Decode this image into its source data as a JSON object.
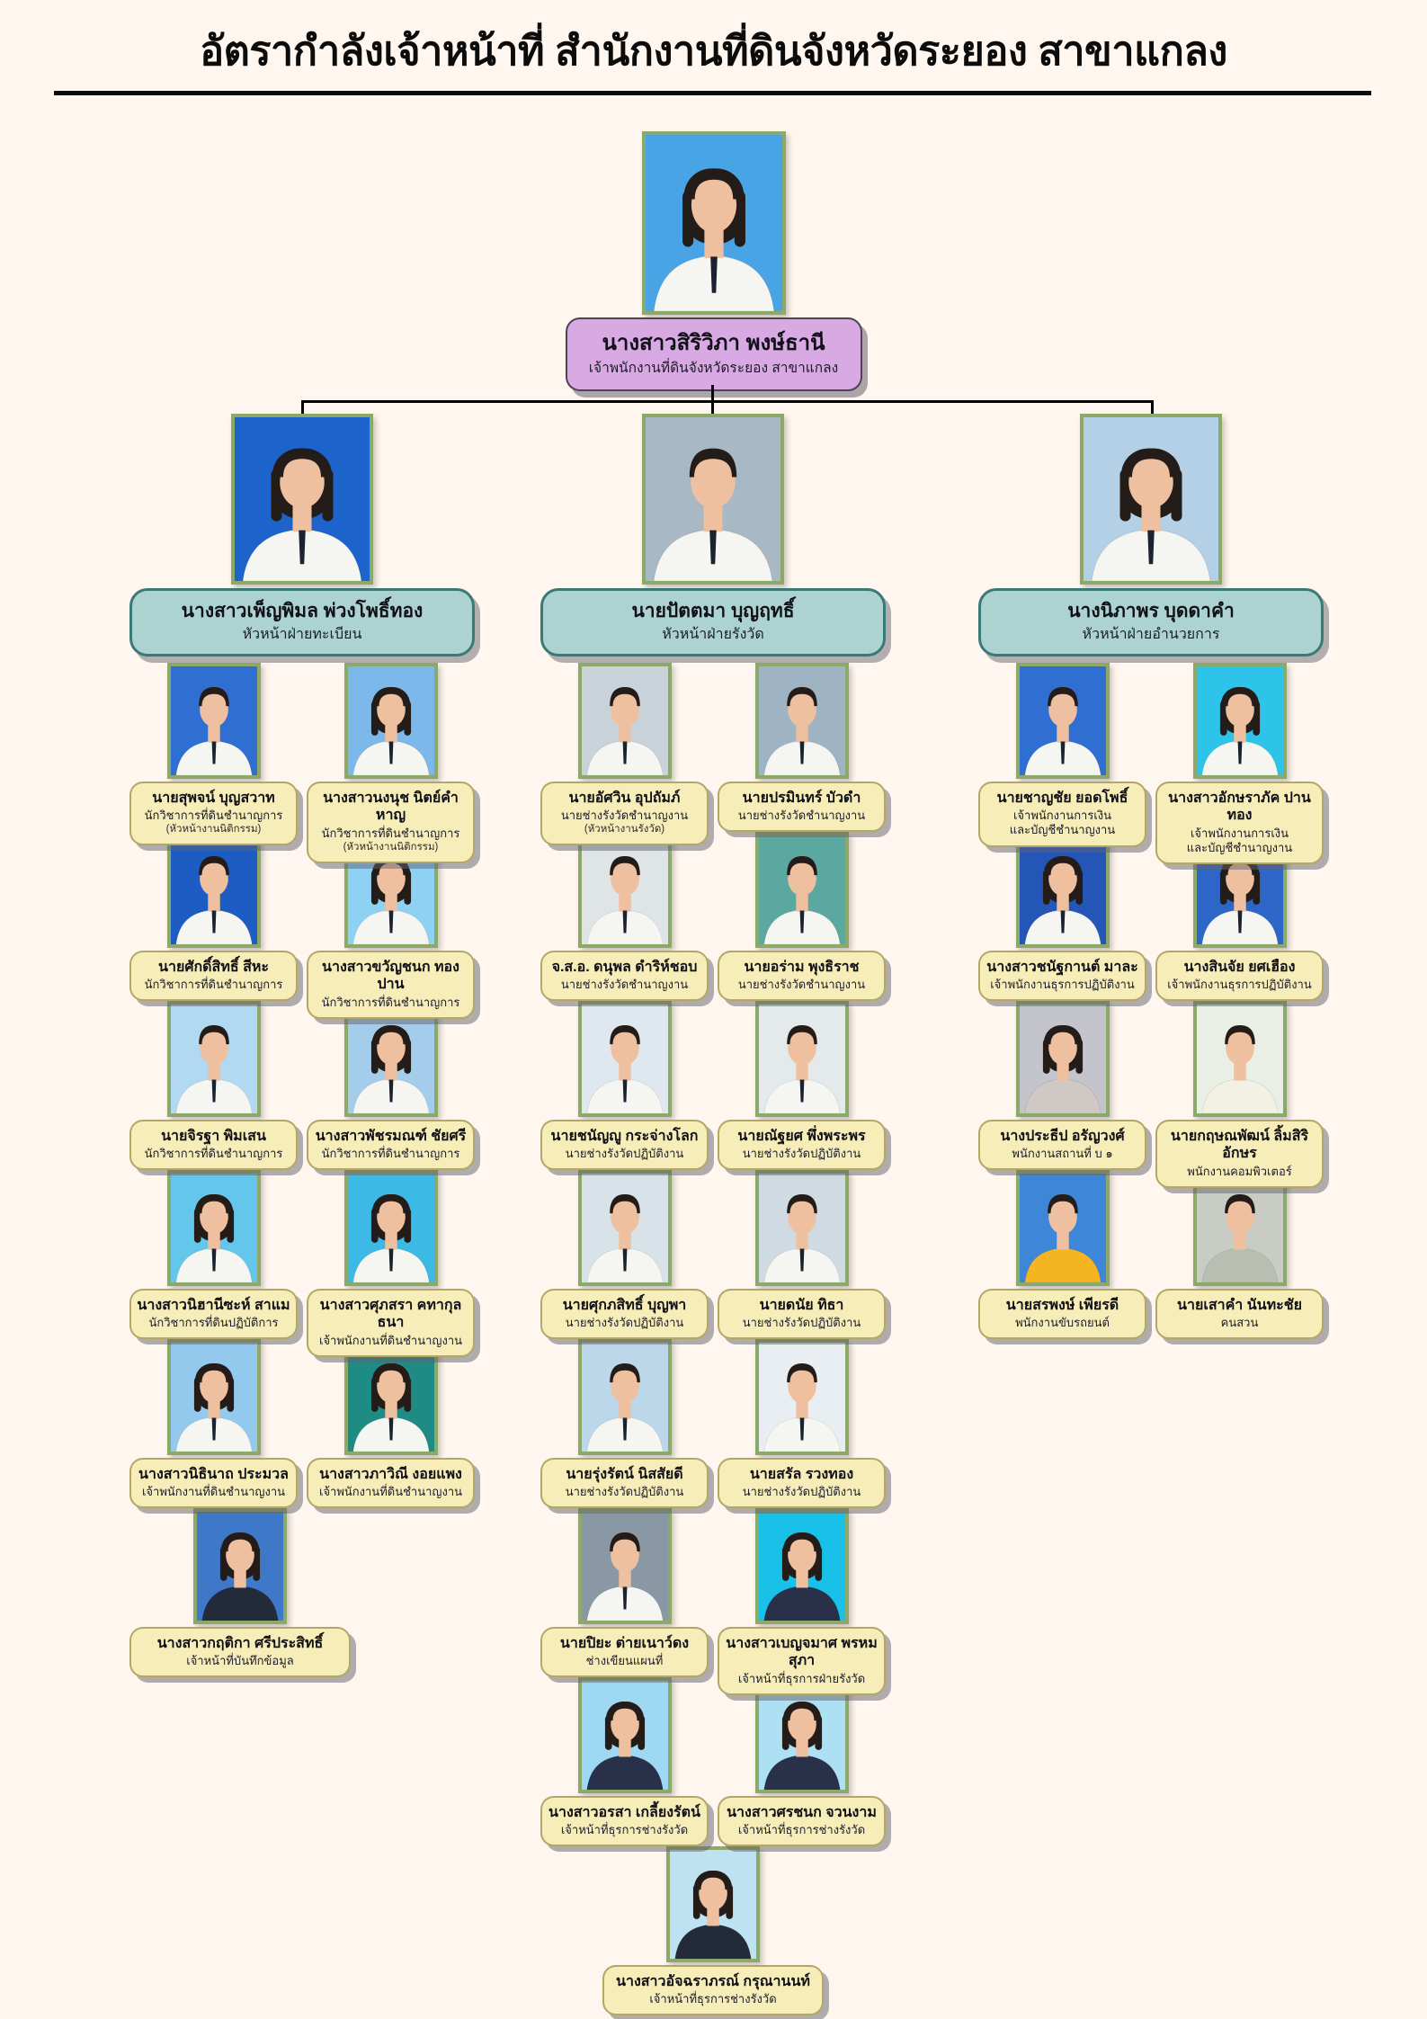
{
  "title": "อัตรากำลังเจ้าหน้าที่ สำนักงานที่ดินจังหวัดระยอง สาขาแกลง",
  "colors": {
    "page_bg": "#fff7ef",
    "director_box": "#d9a9e3",
    "head_box": "#add3d1",
    "staff_box": "#f7edb8",
    "photo_frame": "#8ba968",
    "connector": "#000000"
  },
  "director": {
    "name": "นางสาวสิริวิภา พงษ์ธานี",
    "role": "เจ้าพนักงานที่ดินจังหวัดระยอง สาขาแกลง",
    "photo": {
      "g": "f",
      "bg": "#49a4e6"
    }
  },
  "branches": [
    {
      "head": {
        "name": "นางสาวเพ็ญพิมล พ่วงโพธิ์ทอง",
        "role": "หัวหน้าฝ่ายทะเบียน",
        "photo": {
          "g": "f",
          "bg": "#1c63cc"
        }
      },
      "rows": [
        [
          {
            "name": "นายสุพจน์ บุญสวาท",
            "role": "นักวิชาการที่ดินชำนาญการ",
            "sub": "(หัวหน้างานนิติกรรม)",
            "photo": {
              "g": "m",
              "bg": "#2f6fd2"
            }
          },
          {
            "name": "นางสาวนงนุช นิตย์คำหาญ",
            "role": "นักวิชาการที่ดินชำนาญการ",
            "sub": "(หัวหน้างานนิติกรรม)",
            "photo": {
              "g": "f",
              "bg": "#7cb9ea"
            }
          }
        ],
        [
          {
            "name": "นายศักดิ์สิทธิ์ สีหะ",
            "role": "นักวิชาการที่ดินชำนาญการ",
            "photo": {
              "g": "m",
              "bg": "#1d5cc2"
            }
          },
          {
            "name": "นางสาวขวัญชนก ทองปาน",
            "role": "นักวิชาการที่ดินชำนาญการ",
            "photo": {
              "g": "f",
              "bg": "#8ed1f2"
            }
          }
        ],
        [
          {
            "name": "นายจิรฐา พิมเสน",
            "role": "นักวิชาการที่ดินชำนาญการ",
            "photo": {
              "g": "m",
              "bg": "#b2d9f2"
            }
          },
          {
            "name": "นางสาวพัชรมณฑ์ ชัยศรี",
            "role": "นักวิชาการที่ดินชำนาญการ",
            "photo": {
              "g": "f",
              "bg": "#a4cdeb"
            }
          }
        ],
        [
          {
            "name": "นางสาวนิฮานีซะห์ สาแม",
            "role": "นักวิชาการที่ดินปฏิบัติการ",
            "photo": {
              "g": "f",
              "bg": "#64c6ea"
            }
          },
          {
            "name": "นางสาวศุภสรา คทากุลธนา",
            "role": "เจ้าพนักงานที่ดินชำนาญงาน",
            "photo": {
              "g": "f",
              "bg": "#3cb9e4"
            }
          }
        ],
        [
          {
            "name": "นางสาวนิธินาถ ประมวล",
            "role": "เจ้าพนักงานที่ดินชำนาญงาน",
            "photo": {
              "g": "f",
              "bg": "#92c9ec"
            }
          },
          {
            "name": "นางสาวภาวิณี งอยแพง",
            "role": "เจ้าพนักงานที่ดินชำนาญงาน",
            "photo": {
              "g": "f",
              "bg": "#1f8b85"
            }
          }
        ],
        [
          {
            "name": "นางสาวกฤติกา ศรีประสิทธิ์",
            "role": "เจ้าหน้าที่บันทึกข้อมูล",
            "photo": {
              "g": "f",
              "bg": "#3f77c9",
              "suit": "#232a3a",
              "tie": false
            }
          }
        ]
      ]
    },
    {
      "head": {
        "name": "นายปัตตมา บุญฤทธิ์",
        "role": "หัวหน้าฝ่ายรังวัด",
        "photo": {
          "g": "m",
          "bg": "#a8b8c4"
        }
      },
      "rows": [
        [
          {
            "name": "นายอัศวิน อุปถัมภ์",
            "role": "นายช่างรังวัดชำนาญงาน",
            "sub": "(หัวหน้างานรังวัด)",
            "photo": {
              "g": "m",
              "bg": "#c9d2d9"
            }
          },
          {
            "name": "นายปรมินทร์ บัวดำ",
            "role": "นายช่างรังวัดชำนาญงาน",
            "photo": {
              "g": "m",
              "bg": "#9fb4c2"
            }
          }
        ],
        [
          {
            "name": "จ.ส.อ. ดนุพล ดำริห์ชอบ",
            "role": "นายช่างรังวัดชำนาญงาน",
            "photo": {
              "g": "m",
              "bg": "#dfe4e6"
            }
          },
          {
            "name": "นายอร่าม พุงธิราช",
            "role": "นายช่างรังวัดชำนาญงาน",
            "photo": {
              "g": "m",
              "bg": "#5ba8a0"
            }
          }
        ],
        [
          {
            "name": "นายชนัญญู กระจ่างโลก",
            "role": "นายช่างรังวัดปฏิบัติงาน",
            "photo": {
              "g": "m",
              "bg": "#dfe8ee"
            }
          },
          {
            "name": "นายณัฐยศ พึ่งพระพร",
            "role": "นายช่างรังวัดปฏิบัติงาน",
            "photo": {
              "g": "m",
              "bg": "#e4e9ec"
            }
          }
        ],
        [
          {
            "name": "นายศุกภสิทธิ์ บุญพา",
            "role": "นายช่างรังวัดปฏิบัติงาน",
            "photo": {
              "g": "m",
              "bg": "#d8e2e8"
            }
          },
          {
            "name": "นายดนัย ทิธา",
            "role": "นายช่างรังวัดปฏิบัติงาน",
            "photo": {
              "g": "m",
              "bg": "#cfdae2"
            }
          }
        ],
        [
          {
            "name": "นายรุ่งรัตน์ นิสสัยดี",
            "role": "นายช่างรังวัดปฏิบัติงาน",
            "photo": {
              "g": "m",
              "bg": "#bcd6ea"
            }
          },
          {
            "name": "นายสรัล รวงทอง",
            "role": "นายช่างรังวัดปฏิบัติงาน",
            "photo": {
              "g": "m",
              "bg": "#e8eef2"
            }
          }
        ],
        [
          {
            "name": "นายปิยะ ต่ายเนาว์ดง",
            "role": "ช่างเขียนแผนที่",
            "photo": {
              "g": "m",
              "bg": "#8a97a4"
            }
          },
          {
            "name": "นางสาวเบญจมาศ พรหมสุภา",
            "role": "เจ้าหน้าที่ธุรการฝ่ายรังวัด",
            "photo": {
              "g": "f",
              "bg": "#19c0e8",
              "suit": "#28304a",
              "tie": false
            }
          }
        ],
        [
          {
            "name": "นางสาวอรสา เกลี้ยงรัตน์",
            "role": "เจ้าหน้าที่ธุรการช่างรังวัด",
            "photo": {
              "g": "f",
              "bg": "#9fd8f2",
              "suit": "#28304a",
              "tie": false
            }
          },
          {
            "name": "นางสาวศรชนก จวนงาม",
            "role": "เจ้าหน้าที่ธุรการช่างรังวัด",
            "photo": {
              "g": "f",
              "bg": "#aee0f4",
              "suit": "#28304a",
              "tie": false
            }
          }
        ],
        [
          {
            "name": "นางสาวอัจฉราภรณ์ กรุณานนท์",
            "role": "เจ้าหน้าที่ธุรการช่างรังวัด",
            "photo": {
              "g": "f",
              "bg": "#bfe2f2",
              "suit": "#232a3a",
              "tie": false
            }
          }
        ]
      ]
    },
    {
      "head": {
        "name": "นางนิภาพร บุดดาคำ",
        "role": "หัวหน้าฝ่ายอำนวยการ",
        "photo": {
          "g": "f",
          "bg": "#b4d0e6"
        }
      },
      "rows": [
        [
          {
            "name": "นายชาญชัย ยอดโพธิ์",
            "role": "เจ้าพนักงานการเงิน",
            "role2": "และบัญชีชำนาญงาน",
            "photo": {
              "g": "m",
              "bg": "#2f6fd2"
            }
          },
          {
            "name": "นางสาวอักษราภัค ปานทอง",
            "role": "เจ้าพนักงานการเงิน",
            "role2": "และบัญชีชำนาญงาน",
            "photo": {
              "g": "f",
              "bg": "#2ec4ea"
            }
          }
        ],
        [
          {
            "name": "นางสาวชนัฐกานต์ มาละ",
            "role": "เจ้าพนักงานธุรการปฏิบัติงาน",
            "photo": {
              "g": "f",
              "bg": "#2456b8"
            }
          },
          {
            "name": "นางสินจัย ยศเฮือง",
            "role": "เจ้าพนักงานธุรการปฏิบัติงาน",
            "photo": {
              "g": "f",
              "bg": "#2e66c8"
            }
          }
        ],
        [
          {
            "name": "นางประธีป อรัญวงศ์",
            "role": "พนักงานสถานที่ บ ๑",
            "photo": {
              "g": "f",
              "bg": "#c4c4cc",
              "suit": "#cfc8c4",
              "tie": false
            }
          },
          {
            "name": "นายกฤษณพัฒน์ ลิ้มสิริอักษร",
            "role": "พนักงานคอมพิวเตอร์",
            "photo": {
              "g": "m",
              "bg": "#e9efe4",
              "suit": "#f2f1e4",
              "tie": false
            }
          }
        ],
        [
          {
            "name": "นายสรพงษ์ เพียรดี",
            "role": "พนักงานขับรถยนต์",
            "photo": {
              "g": "m",
              "bg": "#3e87d8",
              "suit": "#f5b520",
              "tie": false
            }
          },
          {
            "name": "นายเสาคำ นันทะชัย",
            "role": "คนสวน",
            "photo": {
              "g": "m",
              "bg": "#c8ccc4",
              "suit": "#b9beb2",
              "tie": false
            }
          }
        ]
      ]
    }
  ]
}
